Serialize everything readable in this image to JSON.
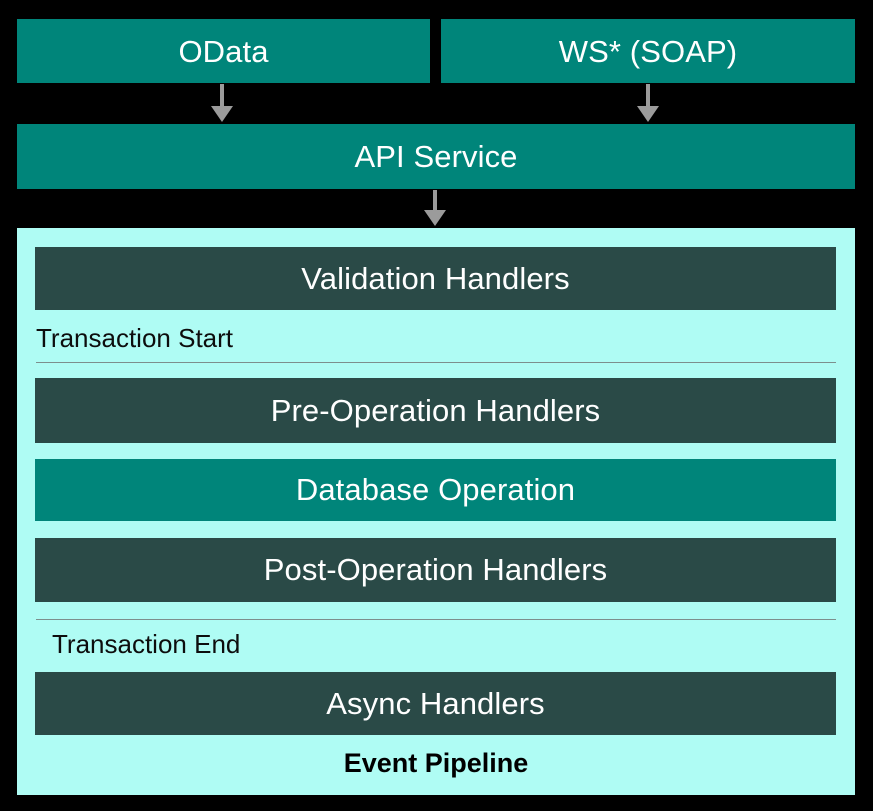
{
  "diagram": {
    "title": "Event Pipeline",
    "background_color": "#000000",
    "colors": {
      "teal": "#00857A",
      "dark_slate": "#2A4A47",
      "panel_cyan": "#AFFCF4",
      "arrow_gray": "#9B9B9B",
      "divider_gray": "#7D8F8D",
      "text_light": "#FFFFFF",
      "text_dark": "#000000"
    },
    "endpoints": [
      {
        "id": "odata",
        "label": "OData",
        "style": "teal"
      },
      {
        "id": "ws-soap",
        "label": "WS* (SOAP)",
        "style": "teal"
      }
    ],
    "service": {
      "id": "api-service",
      "label": "API Service",
      "style": "teal"
    },
    "arrows": [
      {
        "id": "odata-to-api",
        "from": "OData",
        "to": "API Service",
        "direction": "down"
      },
      {
        "id": "ws-to-api",
        "from": "WS* (SOAP)",
        "to": "API Service",
        "direction": "down"
      },
      {
        "id": "api-to-pipeline",
        "from": "API Service",
        "to": "Event Pipeline",
        "direction": "down"
      }
    ],
    "pipeline": {
      "caption": "Event Pipeline",
      "transaction_start_label": "Transaction Start",
      "transaction_end_label": "Transaction End",
      "stages": [
        {
          "id": "validation-handlers",
          "label": "Validation Handlers",
          "style": "dark"
        },
        {
          "id": "pre-operation-handlers",
          "label": "Pre-Operation Handlers",
          "style": "dark"
        },
        {
          "id": "database-operation",
          "label": "Database Operation",
          "style": "teal"
        },
        {
          "id": "post-operation-handlers",
          "label": "Post-Operation Handlers",
          "style": "dark"
        },
        {
          "id": "async-handlers",
          "label": "Async Handlers",
          "style": "dark"
        }
      ]
    }
  }
}
